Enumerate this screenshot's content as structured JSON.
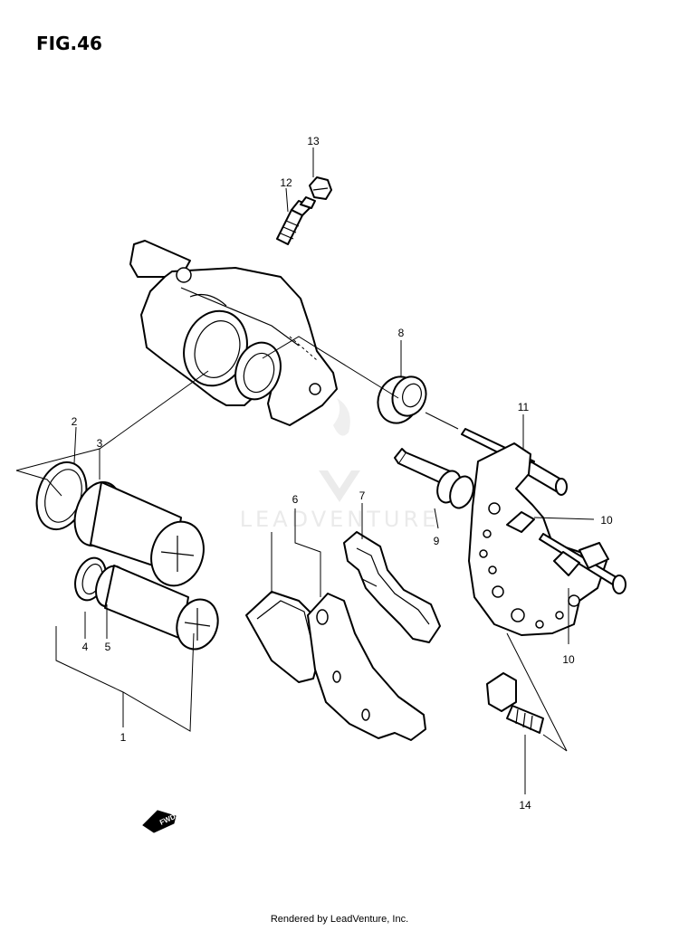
{
  "figure": {
    "title": "FIG.46"
  },
  "watermark": {
    "text": "LEADVENTURE"
  },
  "footer": {
    "text": "Rendered by LeadVenture, Inc."
  },
  "fwd_arrow": {
    "label": "FWD"
  },
  "callouts": {
    "c1": "1",
    "c2": "2",
    "c3": "3",
    "c4": "4",
    "c5": "5",
    "c6": "6",
    "c7": "7",
    "c8": "8",
    "c9": "9",
    "c10a": "10",
    "c10b": "10",
    "c11": "11",
    "c12": "12",
    "c13": "13",
    "c14": "14"
  }
}
